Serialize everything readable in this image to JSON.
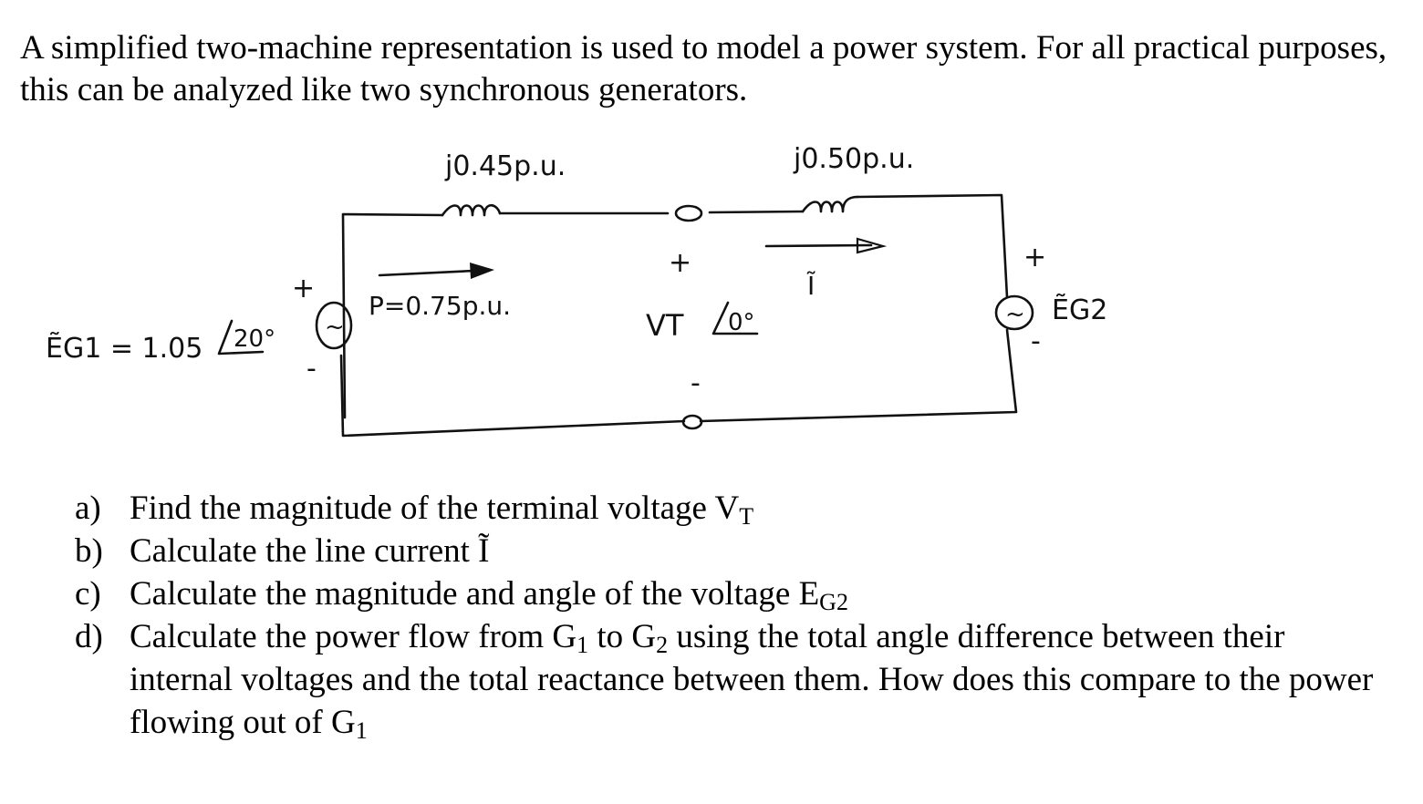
{
  "intro": "A simplified two-machine representation is used to model a power system. For all practical purposes, this can be analyzed like two synchronous generators.",
  "circuit": {
    "x1_label": "j0.45p.u.",
    "x2_label": "j0.50p.u.",
    "power_label": "P=0.75p.u.",
    "current_label": "Ĩ",
    "terminal_plus": "+",
    "terminal_minus": "-",
    "vt_label": "VT",
    "vt_angle": "0°",
    "eg1_label": "ẼG1 = 1.05",
    "eg1_angle": "20°",
    "eg2_label": "ẼG2",
    "plus_sign": "+",
    "minus_sign": "-",
    "source_symbol": "~"
  },
  "questions": [
    {
      "label": "a)",
      "text": "Find the magnitude of the terminal voltage V",
      "sub": "T",
      "tail": ""
    },
    {
      "label": "b)",
      "text": "Calculate the line current Ĩ",
      "sub": "",
      "tail": ""
    },
    {
      "label": "c)",
      "text": "Calculate the magnitude and angle of the voltage E",
      "sub": "G2",
      "tail": ""
    },
    {
      "label": "d)",
      "text": "Calculate the power flow from G",
      "sub": "1",
      "tail": " to G",
      "sub2": "2",
      "tail2": " using the total angle difference between their internal voltages and the total reactance between them. How does this compare to the power flowing out of G",
      "sub3": "1"
    }
  ]
}
